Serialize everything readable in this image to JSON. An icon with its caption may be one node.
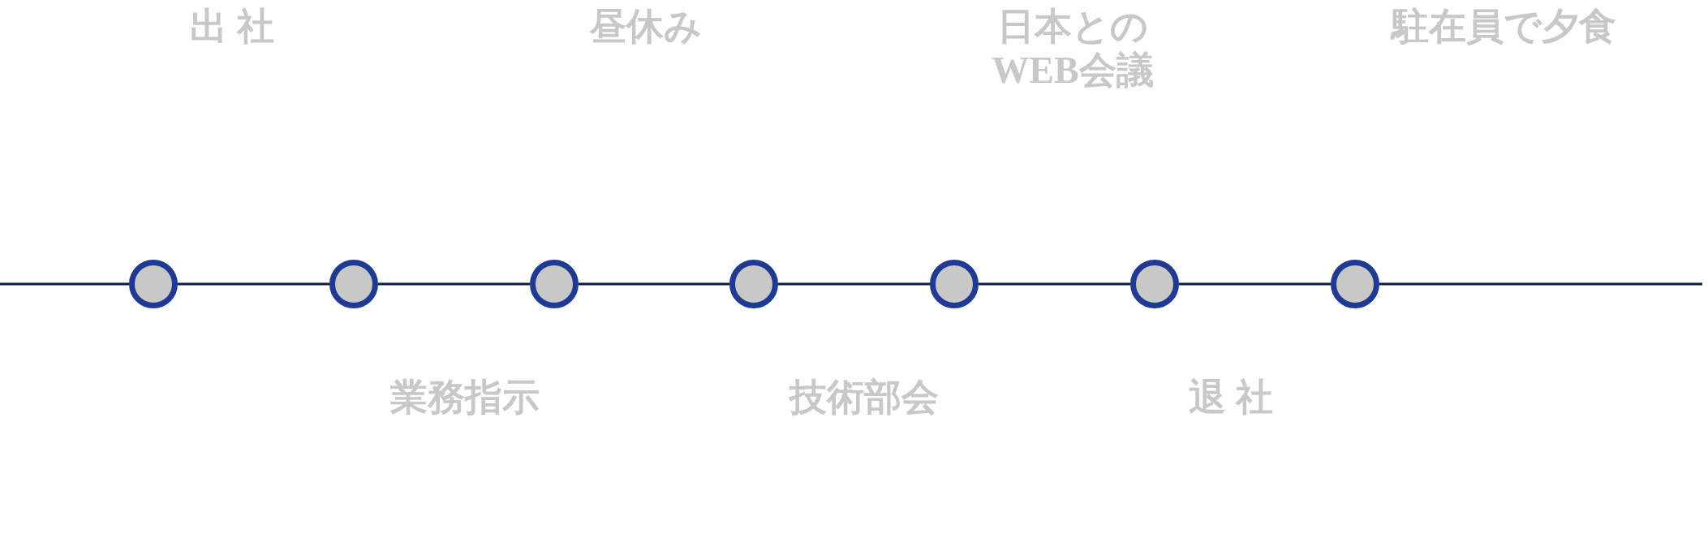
{
  "diagram": {
    "nodes": [
      {
        "text": [],
        "shape": "circle"
      },
      {
        "text": [],
        "shape": "circle"
      },
      {
        "text": [],
        "shape": "circle"
      },
      {
        "text": [],
        "shape": "circle"
      },
      {
        "text": [],
        "shape": "circle"
      },
      {
        "text": [],
        "shape": "circle"
      },
      {
        "text": [],
        "shape": "circle"
      }
    ],
    "edges": [
      {
        "from": null,
        "to": 0,
        "arrow": "none"
      },
      {
        "from": 0,
        "to": 1,
        "arrow": "none"
      },
      {
        "from": 1,
        "to": 2,
        "arrow": "none"
      },
      {
        "from": 2,
        "to": 3,
        "arrow": "none"
      },
      {
        "from": 3,
        "to": 4,
        "arrow": "none"
      },
      {
        "from": 4,
        "to": 5,
        "arrow": "none"
      },
      {
        "from": 5,
        "to": 6,
        "arrow": "none"
      },
      {
        "from": 6,
        "to": null,
        "arrow": "none"
      }
    ],
    "labels": [
      "出 社",
      "昼休み",
      "日本との WEB会議",
      "駐在員で夕食",
      "業務指示",
      "技術部会",
      "退 社"
    ]
  }
}
